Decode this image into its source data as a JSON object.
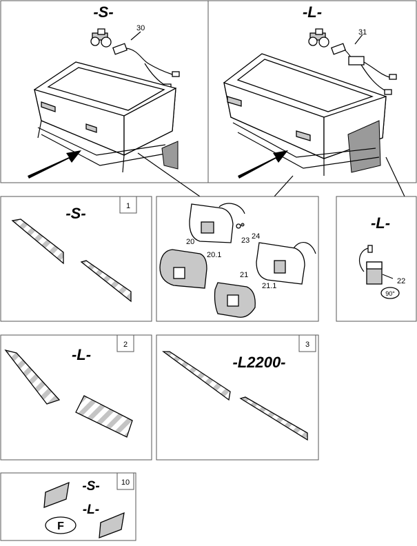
{
  "panels": {
    "top_left": {
      "title": "-S-",
      "part_label": "30"
    },
    "top_right": {
      "title": "-L-",
      "part_label": "31"
    },
    "p1": {
      "number": "1",
      "title": "-S-"
    },
    "lights": {
      "l20": "20",
      "l201": "20.1",
      "l21": "21",
      "l211": "21.1",
      "l23": "23",
      "l24": "24"
    },
    "switch_panel": {
      "title": "-L-",
      "part_label": "22",
      "rotation": "90°"
    },
    "p2": {
      "number": "2",
      "title": "-L-"
    },
    "p3": {
      "number": "3",
      "title": "-L2200-"
    },
    "p10": {
      "number": "10",
      "title_s": "-S-",
      "title_l": "-L-",
      "badge": "F"
    }
  }
}
